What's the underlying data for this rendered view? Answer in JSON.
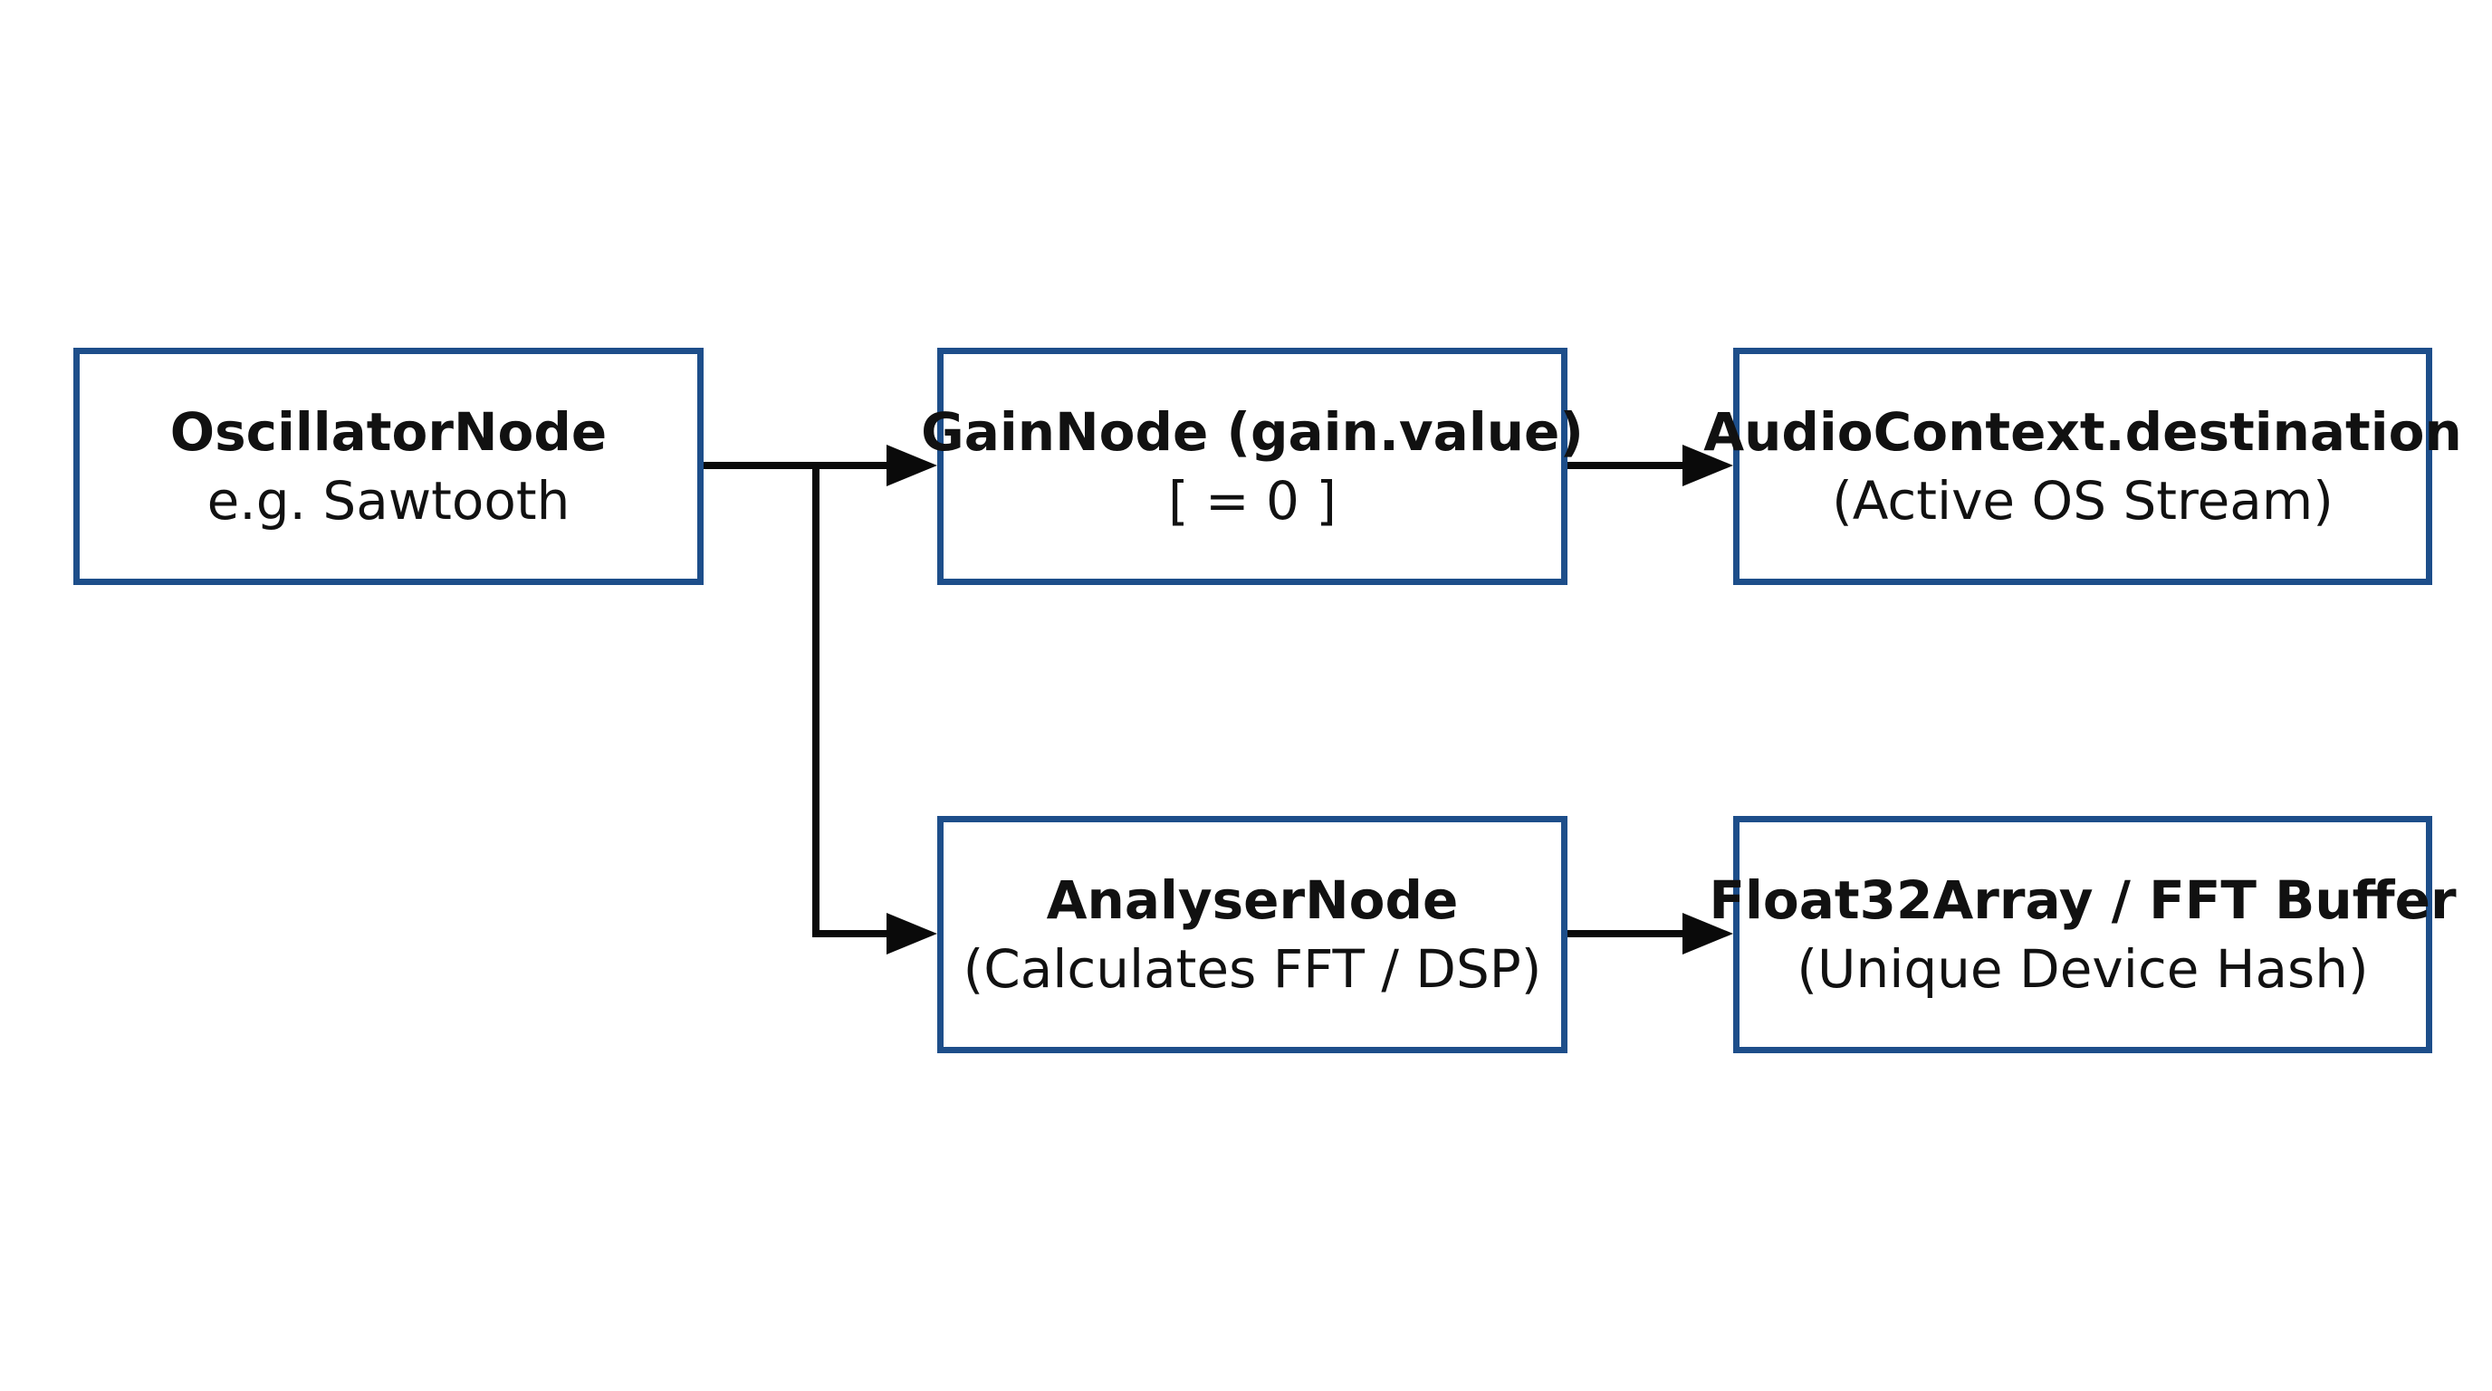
{
  "colors": {
    "box_border": "#1d4e8a",
    "connector": "#0a0a0a",
    "text": "#111111",
    "background": "#ffffff"
  },
  "nodes": {
    "oscillator": {
      "title": "OscillatorNode",
      "subtitle": "e.g. Sawtooth"
    },
    "gain": {
      "title": "GainNode (gain.value)",
      "subtitle": "[ = 0 ]"
    },
    "destination": {
      "title": "AudioContext.destination",
      "subtitle": "(Active OS Stream)"
    },
    "analyser": {
      "title": "AnalyserNode",
      "subtitle": "(Calculates FFT / DSP)"
    },
    "buffer": {
      "title": "Float32Array / FFT Buffer",
      "subtitle": "(Unique Device Hash)"
    }
  },
  "connections": [
    {
      "from": "oscillator",
      "to": "gain"
    },
    {
      "from": "oscillator",
      "to": "analyser"
    },
    {
      "from": "gain",
      "to": "destination"
    },
    {
      "from": "analyser",
      "to": "buffer"
    }
  ]
}
